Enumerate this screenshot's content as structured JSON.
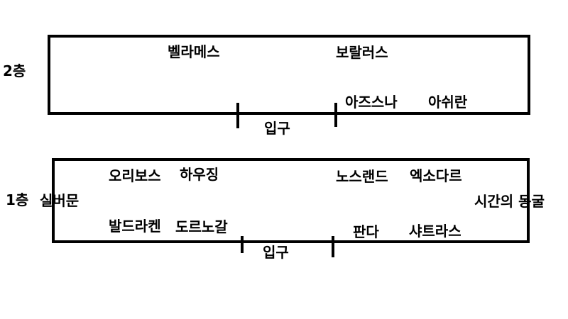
{
  "floor2": {
    "label": "2층",
    "entrance": "입구",
    "places": {
      "bellarmes": "벨라메스",
      "boralus": "보랄러스",
      "azsuna": "아즈스나",
      "ashran": "아쉬란"
    }
  },
  "floor1": {
    "label": "1층",
    "entrance": "입구",
    "places": {
      "silvermoon": "실버문",
      "orgrimmar": "오리보스",
      "housing": "하우징",
      "nosland": "노스랜드",
      "exodar": "엑소다르",
      "caverns_of_time": "시간의 동굴",
      "baldrakken": "발드라켄",
      "dornogal": "도르노갈",
      "pandaria": "판다",
      "shattrath": "샤트라스"
    }
  }
}
